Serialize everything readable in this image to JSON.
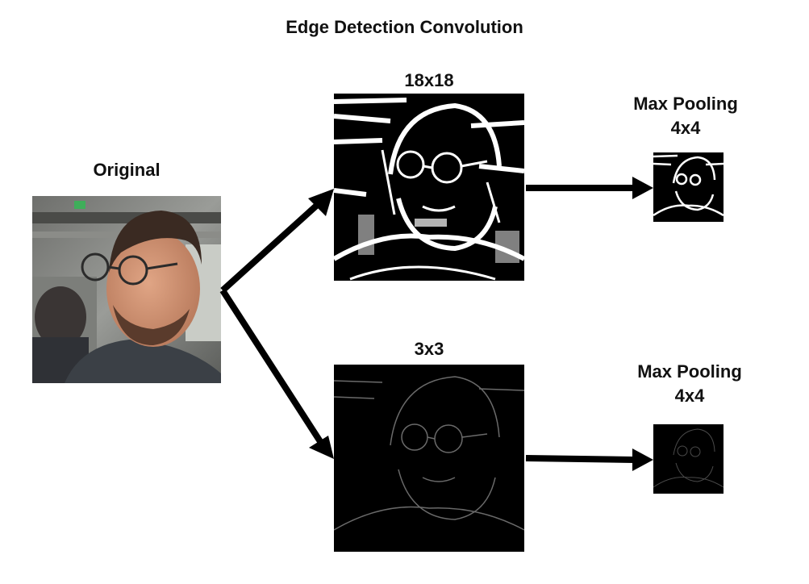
{
  "title": "Edge Detection Convolution",
  "nodes": {
    "original": {
      "label": "Original"
    },
    "kernel_large": {
      "label": "18x18"
    },
    "kernel_small": {
      "label": "3x3"
    },
    "pool_top": {
      "label_line1": "Max Pooling",
      "label_line2": "4x4"
    },
    "pool_bottom": {
      "label_line1": "Max Pooling",
      "label_line2": "4x4"
    }
  },
  "colors": {
    "arrow": "#000000",
    "background": "#ffffff"
  }
}
